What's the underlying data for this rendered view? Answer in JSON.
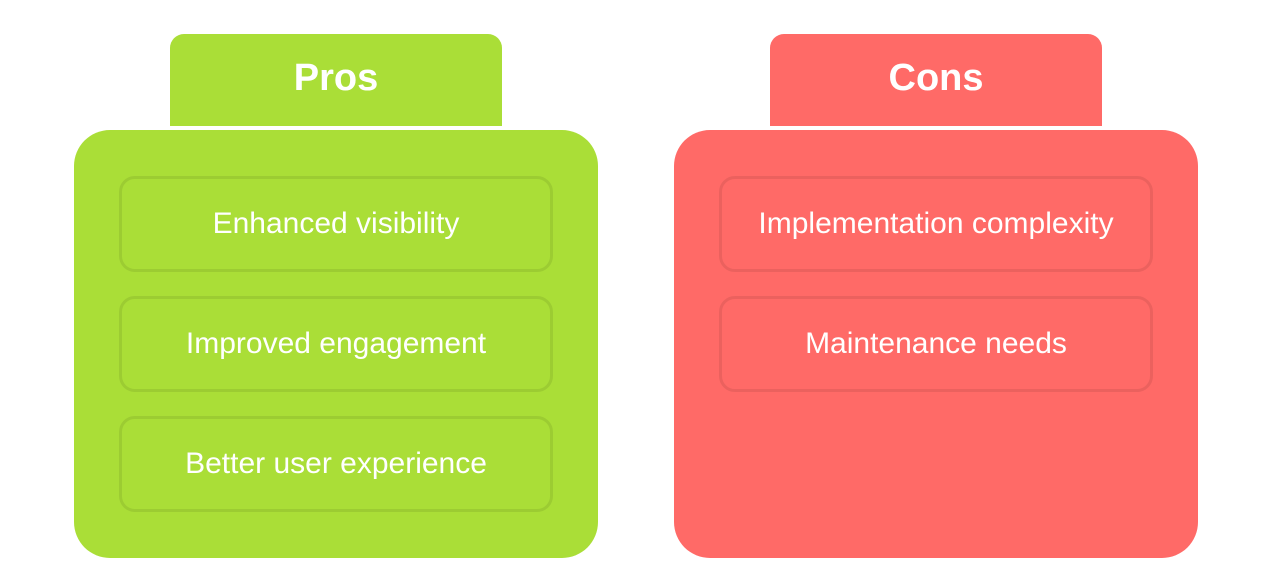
{
  "pros": {
    "title": "Pros",
    "color": "#aade37",
    "items": [
      "Enhanced visibility",
      "Improved engagement",
      "Better user experience"
    ]
  },
  "cons": {
    "title": "Cons",
    "color": "#ff6a67",
    "items": [
      "Implementation complexity",
      "Maintenance needs"
    ]
  }
}
